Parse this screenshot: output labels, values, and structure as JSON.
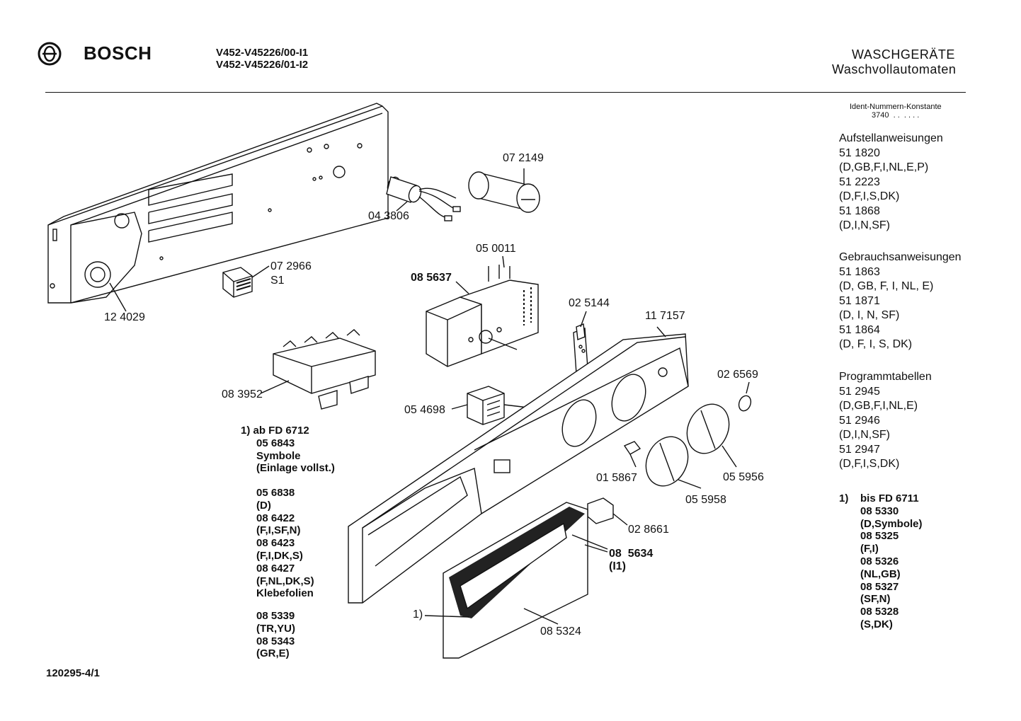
{
  "header": {
    "brand": "BOSCH",
    "model_line_1": "V452-V45226/00-I1",
    "model_line_2": "V452-V45226/01-I2",
    "category": "WASCHGERÄTE",
    "subcategory": "Waschvollautomaten"
  },
  "ident": {
    "title": "Ident-Nummern-Konstante",
    "value": "3740  . .  . . . ."
  },
  "info_sections": [
    {
      "title": "Aufstellanweisungen",
      "lines": [
        "51 1820",
        "(D,GB,F,I,NL,E,P)",
        "51 2223",
        "(D,F,I,S,DK)",
        "51 1868",
        "(D,I,N,SF)"
      ]
    },
    {
      "title": "Gebrauchsanweisungen",
      "lines": [
        "51 1863",
        "(D, GB, F, I, NL, E)",
        "51 1871",
        "(D, I, N, SF)",
        "51 1864",
        "(D, F, I, S, DK)"
      ]
    },
    {
      "title": "Programmtabellen",
      "lines": [
        "51 2945",
        "(D,GB,F,I,NL,E)",
        "51 2946",
        "(D,I,N,SF)",
        "51 2947",
        "(D,F,I,S,DK)"
      ]
    }
  ],
  "right_note": {
    "marker": "1)",
    "lines": [
      "bis FD 6711",
      "08 5330",
      "(D,Symbole)",
      "08 5325",
      "(F,I)",
      "08 5326",
      "(NL,GB)",
      "08 5327",
      "(SF,N)",
      "08 5328",
      "(S,DK)"
    ]
  },
  "left_note": {
    "group1": [
      "1)  ab FD 6712",
      "05 6843",
      "Symbole",
      "(Einlage vollst.)"
    ],
    "group2": [
      "05 6838",
      "(D)",
      "08 6422",
      "(F,I,SF,N)",
      "08 6423",
      "(F,I,DK,S)",
      "08 6427",
      "(F,NL,DK,S)",
      "Klebefolien"
    ],
    "group3": [
      "08 5339",
      "(TR,YU)",
      "08 5343",
      "(GR,E)"
    ]
  },
  "part_labels": {
    "p124029": "12 4029",
    "p072966": "07 2966",
    "s1": "S1",
    "p043806": "04 3806",
    "p072149": "07 2149",
    "p050011": "05 0011",
    "p085637": "08 5637",
    "p025144": "02 5144",
    "p117157": "11 7157",
    "p083952": "08 3952",
    "p054698": "05 4698",
    "p026569": "02 6569",
    "p015867": "01 5867",
    "p055956": "05 5956",
    "p055958": "05 5958",
    "p028661": "02 8661",
    "p085634": "08  5634",
    "p085634_sub": "(I1)",
    "marker1": "1)",
    "p085324": "08 5324"
  },
  "footer": {
    "doc_number": "120295-4/1"
  }
}
